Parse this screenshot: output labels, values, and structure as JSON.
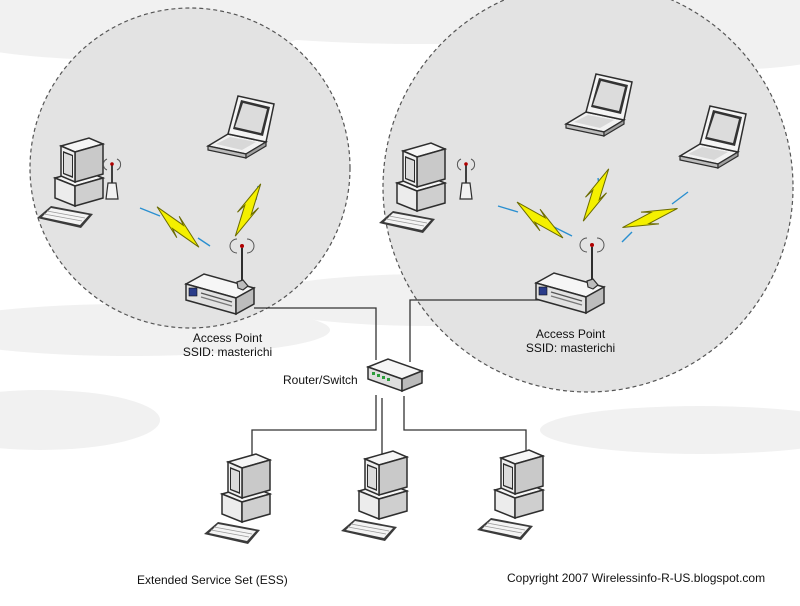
{
  "labels": {
    "left_ap": {
      "line1": "Access Point",
      "line2": "SSID: masterichi"
    },
    "right_ap": {
      "line1": "Access Point",
      "line2": "SSID: masterichi"
    },
    "router": "Router/Switch",
    "caption": "Extended Service Set (ESS)",
    "copyright": "Copyright 2007 Wirelessinfo-R-US.blogspot.com"
  },
  "icons": {
    "access_point": "access-point-icon",
    "router": "router-switch-icon",
    "desktop": "desktop-computer-icon",
    "laptop": "laptop-icon",
    "wireless_link": "lightning-bolt-icon"
  },
  "colors": {
    "background": "#ffffff",
    "cell_fill": "#e3e3e3",
    "cell_border": "#555555",
    "bolt_fill": "#f4f000",
    "bolt_stroke": "#7a7a00",
    "wave": "#2a8fd0",
    "cable": "#333333"
  }
}
